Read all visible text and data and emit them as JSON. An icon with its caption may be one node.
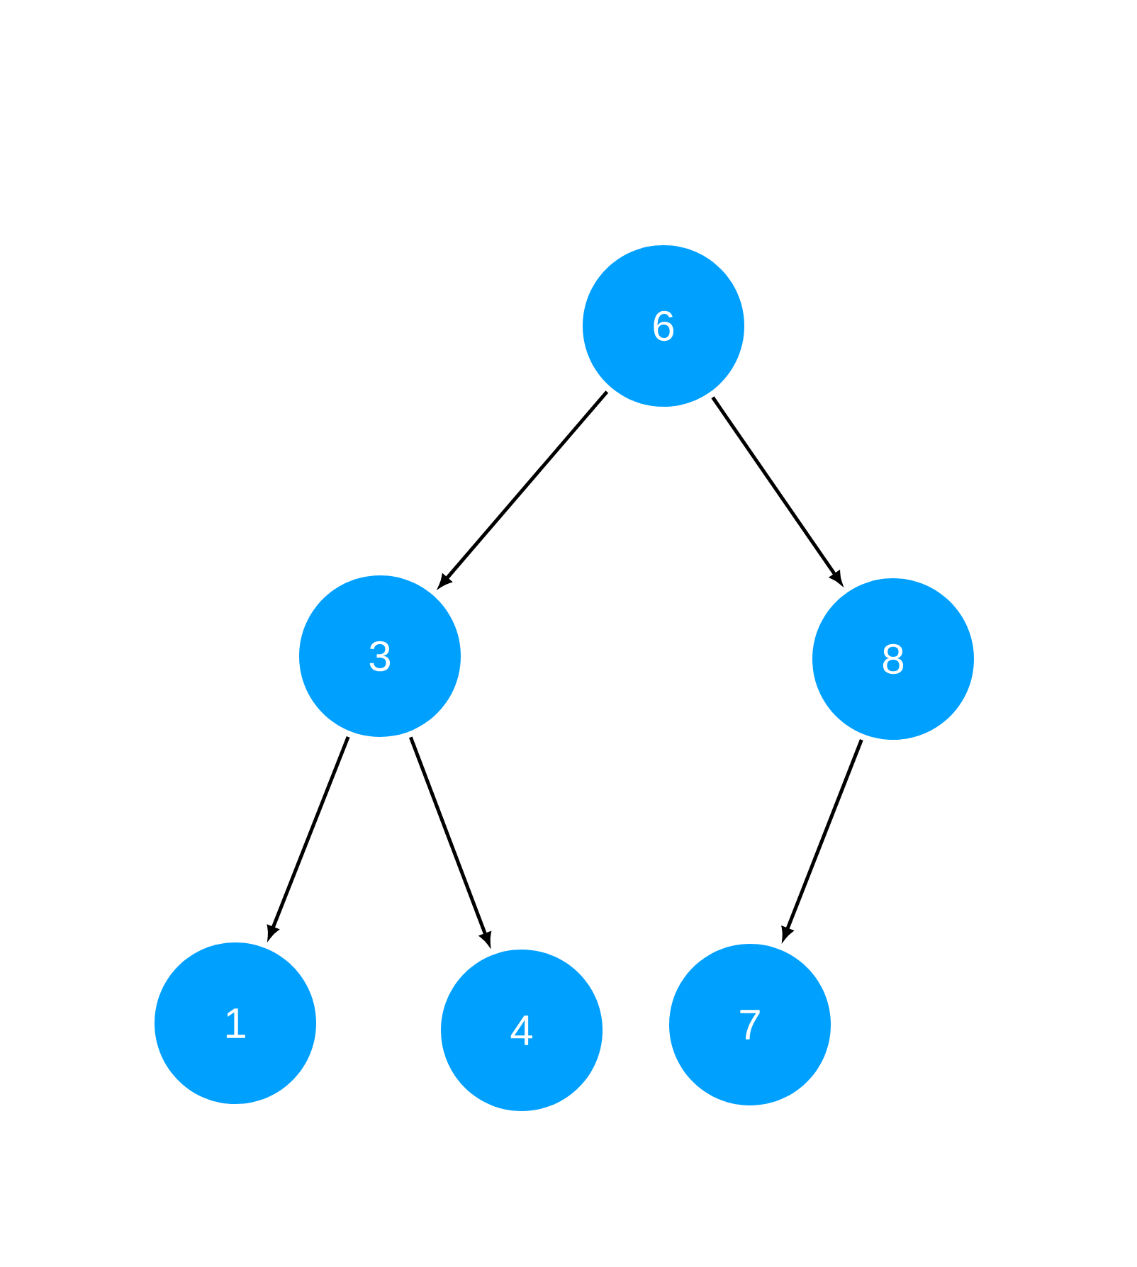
{
  "diagram": {
    "nodes": [
      {
        "text": [
          "6"
        ]
      },
      {
        "text": [
          "3"
        ]
      },
      {
        "text": [
          "8"
        ]
      },
      {
        "text": [
          "1"
        ]
      },
      {
        "text": [
          "4"
        ]
      },
      {
        "text": [
          "7"
        ]
      }
    ],
    "edges": [
      {
        "from": 0,
        "to": 1,
        "arrow": "to"
      },
      {
        "from": 0,
        "to": 2,
        "arrow": "to"
      },
      {
        "from": 1,
        "to": 3,
        "arrow": "to"
      },
      {
        "from": 1,
        "to": 4,
        "arrow": "to"
      },
      {
        "from": 2,
        "to": 5,
        "arrow": "to"
      }
    ]
  }
}
